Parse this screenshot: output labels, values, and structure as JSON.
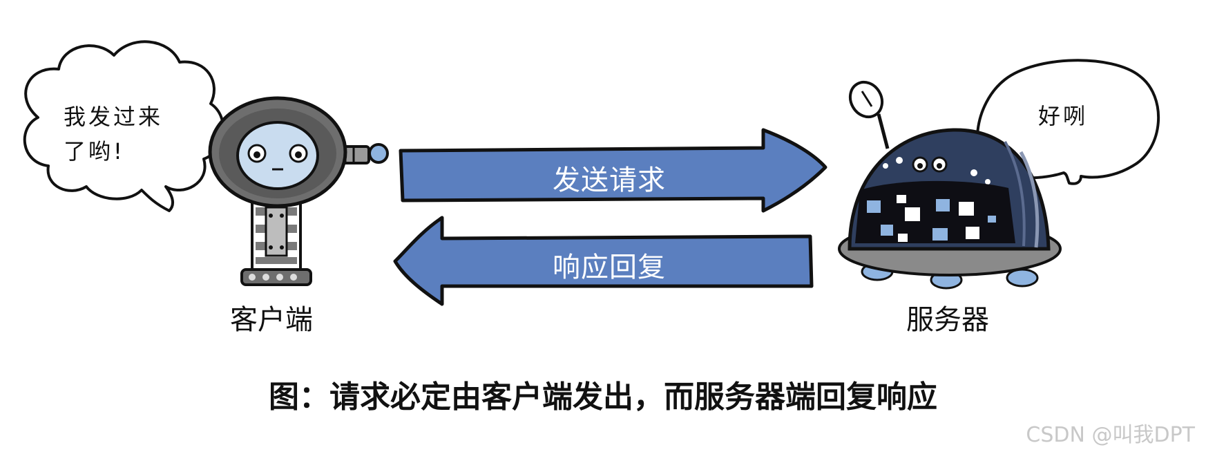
{
  "client": {
    "speech": [
      "我发过来",
      "了哟!"
    ],
    "label": "客户端"
  },
  "server": {
    "speech": "好咧",
    "label": "服务器"
  },
  "arrows": {
    "request": "发送请求",
    "response": "响应回复"
  },
  "caption": "图：请求必定由客户端发出，而服务器端回复响应",
  "watermark": "CSDN @叫我DPT",
  "colors": {
    "arrow_fill": "#5b7fbf",
    "outline": "#111111",
    "robot_grey": "#6e6e6e",
    "server_dome": "#2f3f5f"
  },
  "icons": {
    "client": "client-robot-icon",
    "server": "server-robot-icon"
  }
}
